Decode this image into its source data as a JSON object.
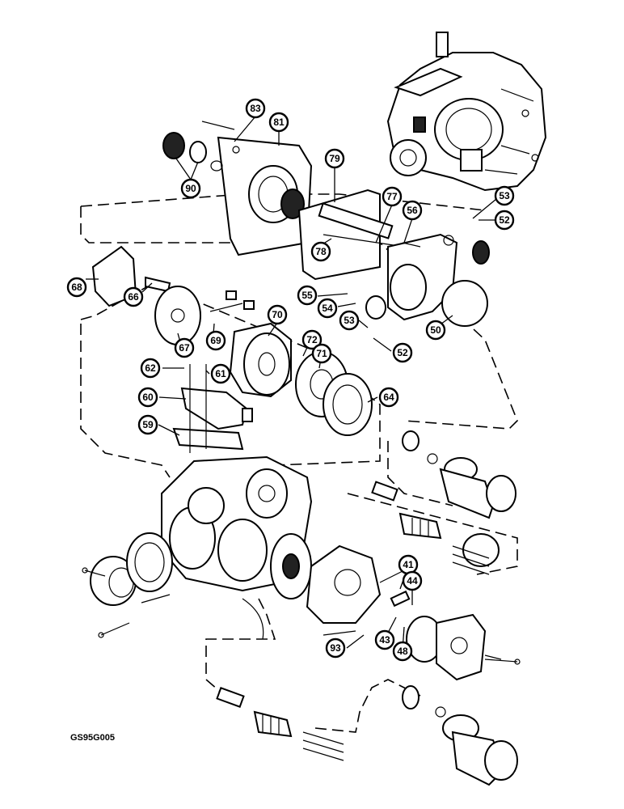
{
  "figure_code": "GS95G005",
  "callouts": [
    {
      "label": "83"
    },
    {
      "label": "81"
    },
    {
      "label": "79"
    },
    {
      "label": "90"
    },
    {
      "label": "77"
    },
    {
      "label": "78"
    },
    {
      "label": "56"
    },
    {
      "label": "53"
    },
    {
      "label": "52"
    },
    {
      "label": "68"
    },
    {
      "label": "66"
    },
    {
      "label": "67"
    },
    {
      "label": "69"
    },
    {
      "label": "70"
    },
    {
      "label": "55"
    },
    {
      "label": "54"
    },
    {
      "label": "53"
    },
    {
      "label": "52"
    },
    {
      "label": "50"
    },
    {
      "label": "72"
    },
    {
      "label": "71"
    },
    {
      "label": "62"
    },
    {
      "label": "61"
    },
    {
      "label": "60"
    },
    {
      "label": "64"
    },
    {
      "label": "59"
    },
    {
      "label": "41"
    },
    {
      "label": "44"
    },
    {
      "label": "93"
    },
    {
      "label": "43"
    },
    {
      "label": "48"
    }
  ]
}
